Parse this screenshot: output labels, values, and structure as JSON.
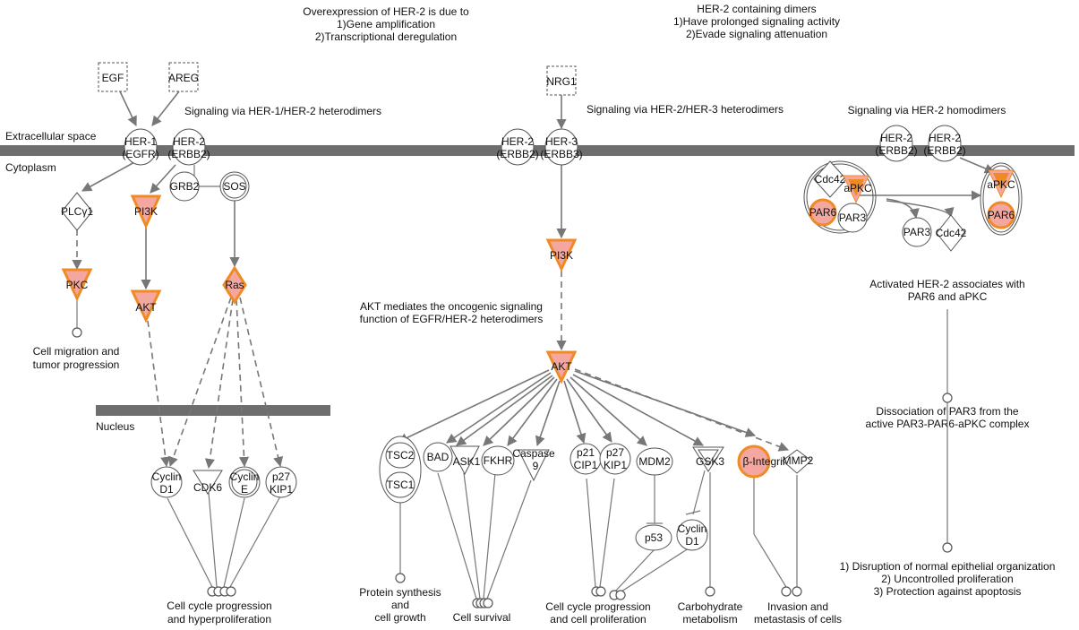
{
  "annotations": {
    "overexpression": [
      "Overexpression of HER-2 is due to",
      "1)Gene amplification",
      "2)Transcriptional deregulation"
    ],
    "dimers": [
      "HER-2 containing dimers",
      "1)Have prolonged signaling activity",
      "2)Evade signaling attenuation"
    ],
    "sig_her1": "Signaling via HER-1/HER-2 heterodimers",
    "sig_her3": "Signaling via HER-2/HER-3 heterodimers",
    "sig_homo": "Signaling via HER-2 homodimers",
    "akt_mediates": [
      "AKT mediates the oncogenic signaling",
      "function of EGFR/HER-2 heterodimers"
    ],
    "activated": [
      "Activated HER-2 associates with",
      "PAR6 and aPKC"
    ],
    "dissociation": [
      "Dissociation of PAR3 from the",
      "active PAR3-PAR6-aPKC complex"
    ]
  },
  "compartments": {
    "extracellular": "Extracellular space",
    "cytoplasm": "Cytoplasm",
    "nucleus": "Nucleus"
  },
  "nodes": {
    "egf": "EGF",
    "areg": "AREG",
    "nrg1": "NRG1",
    "her1": [
      "HER-1",
      "(EGFR)"
    ],
    "her2_a": [
      "HER-2",
      "(ERBB2)"
    ],
    "her2_b": [
      "HER-2",
      "(ERBB2)"
    ],
    "her3": [
      "HER-3",
      "(ERBB3)"
    ],
    "her2_c": [
      "HER-2",
      "(ERBB2)"
    ],
    "her2_d": [
      "HER-2",
      "(ERBB2)"
    ],
    "grb2": "GRB2",
    "sos": "SOS",
    "plcy1": "PLCγ1",
    "pi3k_left": "PI3K",
    "pkc": "PKC",
    "akt_left": "AKT",
    "ras": "Ras",
    "pi3k_mid": "PI3K",
    "akt_mid": "AKT",
    "cdc42_a": "Cdc42",
    "apkc_a": "aPKC",
    "par6_a": "PAR6",
    "par3_a": "PAR3",
    "par3_b": "PAR3",
    "cdc42_b": "Cdc42",
    "apkc_b": "aPKC",
    "par6_b": "PAR6",
    "cyclin_d1_left": [
      "Cyclin",
      "D1"
    ],
    "cdk6": "CDK6",
    "cyclin_e": [
      "Cyclin",
      "E"
    ],
    "p27_left": [
      "p27",
      "KIP1"
    ],
    "tsc2": "TSC2",
    "tsc1": "TSC1",
    "bad": "BAD",
    "ask1": "ASK1",
    "fkhr": "FKHR",
    "caspase9": [
      "Caspase",
      "9"
    ],
    "p21": [
      "p21",
      "CIP1"
    ],
    "p27_mid": [
      "p27",
      "KIP1"
    ],
    "mdm2": "MDM2",
    "gsk3": "GSK3",
    "b_integrin": "β-Integrin",
    "mmp2": "MMP2",
    "p53": "p53",
    "cyclin_d1_mid": [
      "Cyclin",
      "D1"
    ]
  },
  "outcomes": {
    "migration": [
      "Cell migration and",
      "tumor progression"
    ],
    "cycle_left": [
      "Cell cycle progression",
      "and hyperproliferation"
    ],
    "protein": [
      "Protein synthesis",
      "and",
      "cell growth"
    ],
    "survival": "Cell survival",
    "cycle_mid": [
      "Cell cycle progression",
      "and cell proliferation"
    ],
    "carb": [
      "Carbohydrate",
      "metabolism"
    ],
    "invasion": [
      "Invasion and",
      "metastasis of cells"
    ],
    "disruption": [
      "1) Disruption of normal epithelial organization",
      "2) Uncontrolled proliferation",
      "3) Protection against apoptosis"
    ]
  },
  "colors": {
    "highlight_fill": "#f4a7a0",
    "highlight_stroke": "#f08a24",
    "membrane": "#6e6e6e",
    "edge": "#777777"
  }
}
